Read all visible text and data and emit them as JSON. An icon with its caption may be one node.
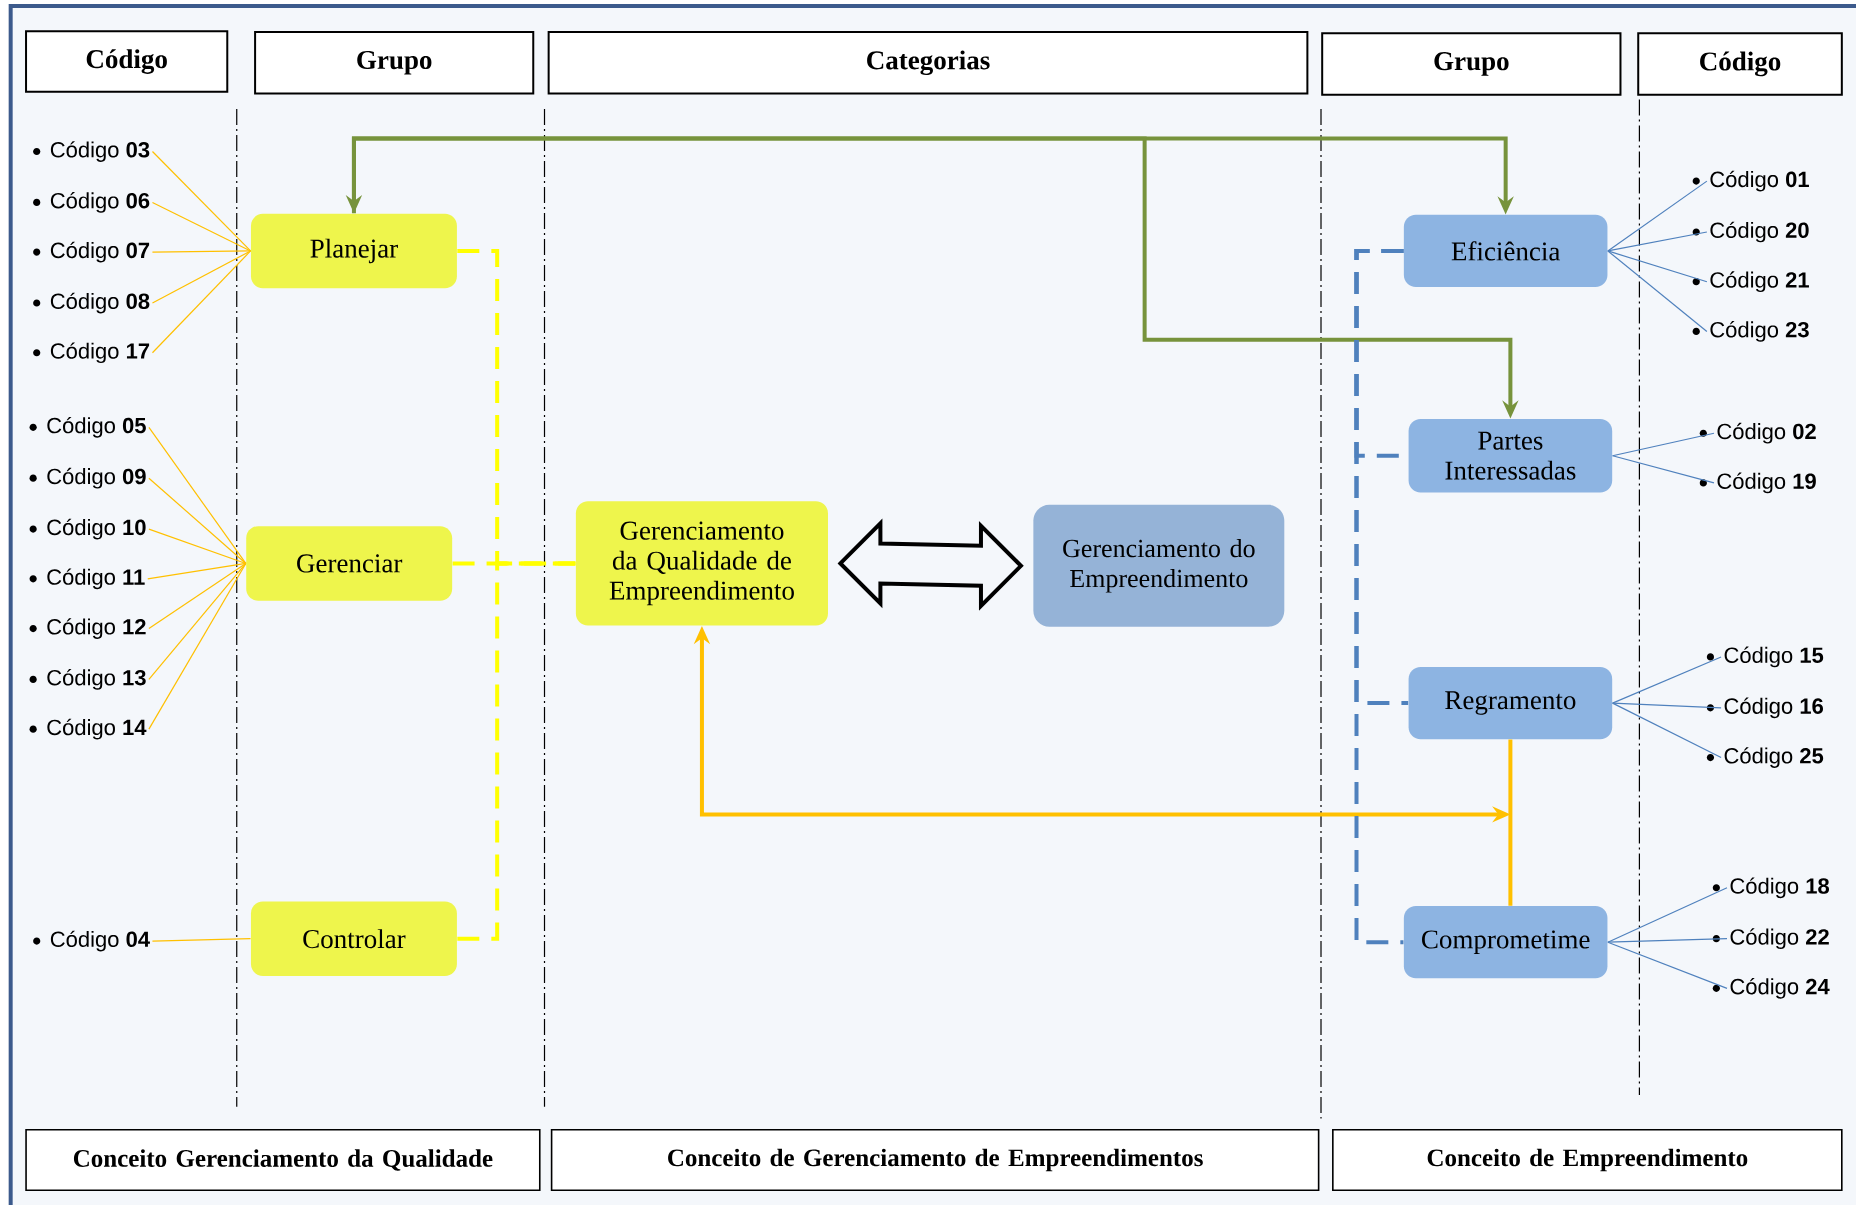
{
  "diagram": {
    "nodes": [
      {
        "text": [
          "Código"
        ]
      },
      {
        "text": [
          "Grupo"
        ]
      },
      {
        "text": [
          "Categorias"
        ]
      },
      {
        "text": [
          "Grupo"
        ]
      },
      {
        "text": [
          "Código"
        ]
      },
      {
        "text": [
          "Planejar"
        ]
      },
      {
        "text": [
          "Gerenciar"
        ]
      },
      {
        "text": [
          "Controlar"
        ]
      },
      {
        "text": [
          "Gerenciamento da Qualidade de Empreendimento"
        ]
      },
      {
        "text": [
          "Gerenciamento do Empreendimento"
        ]
      },
      {
        "text": [
          "Eficiência"
        ]
      },
      {
        "text": [
          "Partes Interessadas"
        ]
      },
      {
        "text": [
          "Regramento"
        ]
      },
      {
        "text": [
          "Comprometime"
        ]
      },
      {
        "text": [
          "Código **03**"
        ]
      },
      {
        "text": [
          "Código **06**"
        ]
      },
      {
        "text": [
          "Código **07**"
        ]
      },
      {
        "text": [
          "Código **08**"
        ]
      },
      {
        "text": [
          "Código **17**"
        ]
      },
      {
        "text": [
          "Código **05**"
        ]
      },
      {
        "text": [
          "Código **09**"
        ]
      },
      {
        "text": [
          "Código **10**"
        ]
      },
      {
        "text": [
          "Código **11**"
        ]
      },
      {
        "text": [
          "Código **12**"
        ]
      },
      {
        "text": [
          "Código **13**"
        ]
      },
      {
        "text": [
          "Código **14**"
        ]
      },
      {
        "text": [
          "Código **04**"
        ]
      },
      {
        "text": [
          "Código **01**"
        ]
      },
      {
        "text": [
          "Código **20**"
        ]
      },
      {
        "text": [
          "Código **21**"
        ]
      },
      {
        "text": [
          "Código **23**"
        ]
      },
      {
        "text": [
          "Código **02**"
        ]
      },
      {
        "text": [
          "Código **19**"
        ]
      },
      {
        "text": [
          "Código **15**"
        ]
      },
      {
        "text": [
          "Código **16**"
        ]
      },
      {
        "text": [
          "Código **25**"
        ]
      },
      {
        "text": [
          "Código **18**"
        ]
      },
      {
        "text": [
          "Código **22**"
        ]
      },
      {
        "text": [
          "Código **24**"
        ]
      },
      {
        "text": [
          "Conceito Gerenciamento da Qualidade"
        ]
      },
      {
        "text": [
          "Conceito de Gerenciamento de Empreendimentos"
        ]
      },
      {
        "text": [
          "Conceito de Empreendimento"
        ]
      }
    ],
    "edges": [
      {
        "from": 5,
        "to": 10,
        "arrow": "both",
        "style": "thick",
        "color": "#77933c"
      },
      {
        "from": 5,
        "to": 11,
        "arrow": "to",
        "style": "thick",
        "color": "#77933c"
      },
      {
        "from": 5,
        "to": 8,
        "arrow": "none",
        "style": "dashed",
        "color": "#ffff00"
      },
      {
        "from": 6,
        "to": 8,
        "arrow": "none",
        "style": "dashed",
        "color": "#ffff00"
      },
      {
        "from": 7,
        "to": 8,
        "arrow": "none",
        "style": "dashed",
        "color": "#ffff00"
      },
      {
        "from": 8,
        "to": 9,
        "arrow": "both",
        "style": "thick"
      },
      {
        "from": 8,
        "to": null,
        "arrow": "both",
        "style": "thick",
        "color": "#ffc000"
      },
      {
        "from": 12,
        "to": 13,
        "arrow": "none",
        "style": "thick",
        "color": "#ffc000"
      },
      {
        "from": 10,
        "to": 11,
        "arrow": "none",
        "style": "dashed",
        "color": "#4f81bd"
      },
      {
        "from": 10,
        "to": 12,
        "arrow": "none",
        "style": "dashed",
        "color": "#4f81bd"
      },
      {
        "from": 10,
        "to": 13,
        "arrow": "none",
        "style": "dashed",
        "color": "#4f81bd"
      },
      {
        "from": 14,
        "to": 5,
        "arrow": "none",
        "color": "#ffc000"
      },
      {
        "from": 15,
        "to": 5,
        "arrow": "none",
        "color": "#ffc000"
      },
      {
        "from": 16,
        "to": 5,
        "arrow": "none",
        "color": "#ffc000"
      },
      {
        "from": 17,
        "to": 5,
        "arrow": "none",
        "color": "#ffc000"
      },
      {
        "from": 18,
        "to": 5,
        "arrow": "none",
        "color": "#ffc000"
      },
      {
        "from": 19,
        "to": 6,
        "arrow": "none",
        "color": "#ffc000"
      },
      {
        "from": 20,
        "to": 6,
        "arrow": "none",
        "color": "#ffc000"
      },
      {
        "from": 21,
        "to": 6,
        "arrow": "none",
        "color": "#ffc000"
      },
      {
        "from": 22,
        "to": 6,
        "arrow": "none",
        "color": "#ffc000"
      },
      {
        "from": 23,
        "to": 6,
        "arrow": "none",
        "color": "#ffc000"
      },
      {
        "from": 24,
        "to": 6,
        "arrow": "none",
        "color": "#ffc000"
      },
      {
        "from": 25,
        "to": 6,
        "arrow": "none",
        "color": "#ffc000"
      },
      {
        "from": 26,
        "to": 7,
        "arrow": "none",
        "color": "#ffc000"
      },
      {
        "from": 10,
        "to": 27,
        "arrow": "none",
        "color": "#4f81bd"
      },
      {
        "from": 10,
        "to": 28,
        "arrow": "none",
        "color": "#4f81bd"
      },
      {
        "from": 10,
        "to": 29,
        "arrow": "none",
        "color": "#4f81bd"
      },
      {
        "from": 10,
        "to": 30,
        "arrow": "none",
        "color": "#4f81bd"
      },
      {
        "from": 11,
        "to": 31,
        "arrow": "none",
        "color": "#4f81bd"
      },
      {
        "from": 11,
        "to": 32,
        "arrow": "none",
        "color": "#4f81bd"
      },
      {
        "from": 12,
        "to": 33,
        "arrow": "none",
        "color": "#4f81bd"
      },
      {
        "from": 12,
        "to": 34,
        "arrow": "none",
        "color": "#4f81bd"
      },
      {
        "from": 12,
        "to": 35,
        "arrow": "none",
        "color": "#4f81bd"
      },
      {
        "from": 13,
        "to": 36,
        "arrow": "none",
        "color": "#4f81bd"
      },
      {
        "from": 13,
        "to": 37,
        "arrow": "none",
        "color": "#4f81bd"
      },
      {
        "from": 13,
        "to": 38,
        "arrow": "none",
        "color": "#4f81bd"
      }
    ]
  }
}
